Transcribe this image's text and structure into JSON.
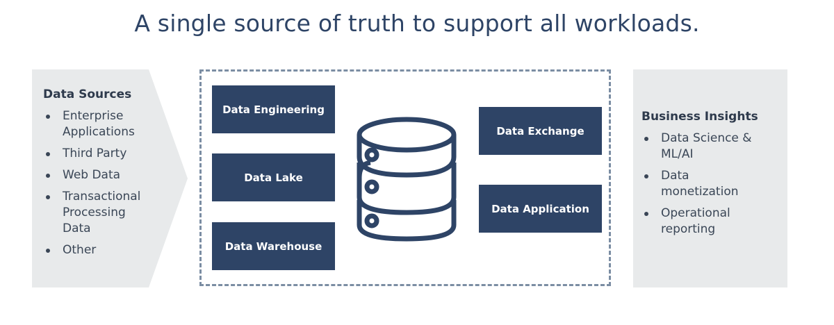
{
  "title": "A single source of truth to support all workloads.",
  "data_sources": {
    "heading": "Data Sources",
    "items": [
      "Enterprise Applications",
      "Third Party",
      "Web Data",
      "Transactional Processing Data",
      "Other"
    ]
  },
  "platform": {
    "left_boxes": [
      "Data Engineering",
      "Data Lake",
      "Data Warehouse"
    ],
    "right_boxes": [
      "Data Exchange",
      "Data Application"
    ],
    "icon": "database-icon"
  },
  "business_insights": {
    "heading": "Business Insights",
    "items": [
      "Data Science & ML/AI",
      "Data monetization",
      "Operational reporting"
    ]
  },
  "colors": {
    "navy": "#2e4466",
    "panel_gray": "#e8eaeb",
    "dash": "#7b8da3"
  }
}
